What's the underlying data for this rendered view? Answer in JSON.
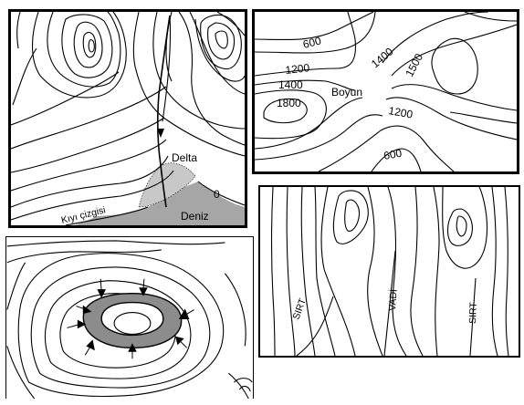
{
  "delta_map": {
    "label_delta": "Delta",
    "label_zero": "0",
    "label_shoreline": "Kıyı çizgisi",
    "label_sea": "Deniz",
    "colors": {
      "sea": "#a6a6a6",
      "delta_fill": "#888888"
    }
  },
  "col_map": {
    "labels": [
      "600",
      "1200",
      "1400",
      "1800",
      "Boyun",
      "1400",
      "1500",
      "1200",
      "600"
    ]
  },
  "ridge_map": {
    "labels": [
      "SIRT",
      "VADİ",
      "SIRT"
    ]
  },
  "crater_map": {
    "colors": {
      "ring": "#8c8c8c"
    }
  }
}
